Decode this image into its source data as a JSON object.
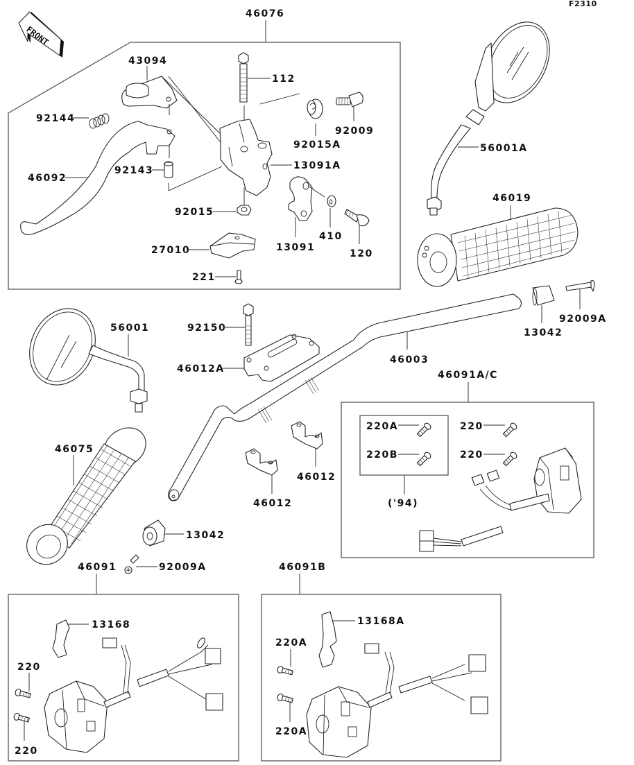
{
  "figure_id": "F2310",
  "front_indicator": {
    "label": "FRONT",
    "icon": "front-arrow-icon"
  },
  "groups": {
    "clutch_lever_assembly": {
      "part_number": "46076"
    },
    "right_switch_housing": {
      "part_number": "46091A/C",
      "sub_group_note": "('94)"
    },
    "left_switch_housing": {
      "part_number": "46091"
    },
    "left_switch_housing_b": {
      "part_number": "46091B"
    }
  },
  "parts": {
    "p43094": "43094",
    "p92144": "92144",
    "p46092": "46092",
    "p92143": "92143",
    "p112": "112",
    "p92015A": "92015A",
    "p92009": "92009",
    "p13091A": "13091A",
    "p92015": "92015",
    "p13091": "13091",
    "p410": "410",
    "p120": "120",
    "p27010": "27010",
    "p221": "221",
    "p56001A": "56001A",
    "p46019": "46019",
    "p13042_right": "13042",
    "p92009A_right": "92009A",
    "p56001": "56001",
    "p92150": "92150",
    "p46012A": "46012A",
    "p46003": "46003",
    "p46012_upper": "46012",
    "p46012_lower": "46012",
    "p46075": "46075",
    "p13042_left": "13042",
    "p92009A_left": "92009A",
    "p220A_94": "220A",
    "p220B_94": "220B",
    "p220_upper": "220",
    "p220_lower": "220",
    "p13168": "13168",
    "p220_left_top": "220",
    "p220_left_bottom": "220",
    "p13168A": "13168A",
    "p220A_top": "220A",
    "p220A_bottom": "220A"
  }
}
